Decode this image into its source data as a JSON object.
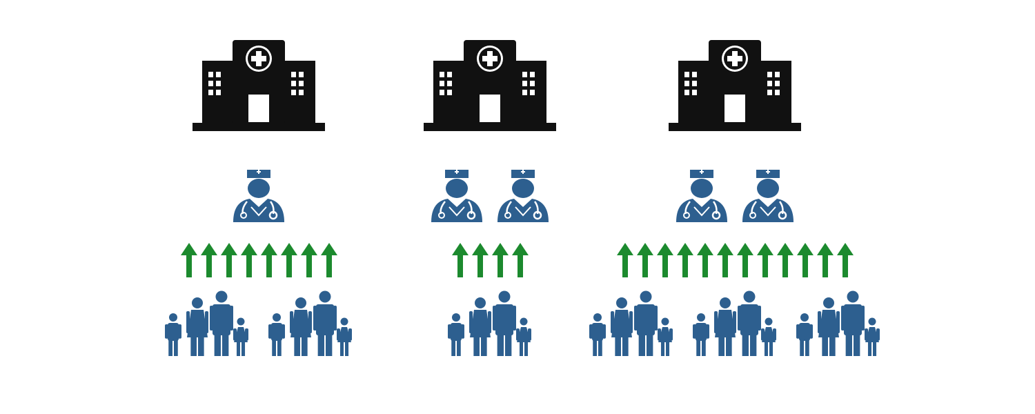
{
  "colors": {
    "hospital": "#111111",
    "doctor": "#2d5f8f",
    "arrow": "#1c8a2e",
    "family": "#2d5f8f",
    "background": "#ffffff"
  },
  "icons": {
    "hospital": "hospital-icon",
    "doctor": "doctor-icon",
    "arrow": "up-arrow-icon",
    "family": "family-icon"
  },
  "groups": [
    {
      "hospitals": 1,
      "doctors": 1,
      "arrows": 8,
      "families": 2
    },
    {
      "hospitals": 1,
      "doctors": 2,
      "arrows": 4,
      "families": 1
    },
    {
      "hospitals": 1,
      "doctors": 2,
      "arrows": 12,
      "families": 3
    }
  ]
}
